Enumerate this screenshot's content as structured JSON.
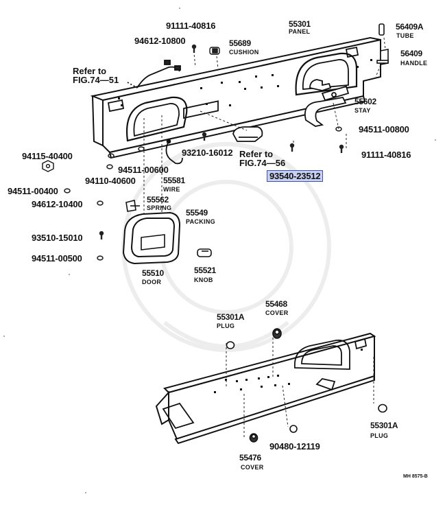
{
  "callouts": {
    "p55301": {
      "code": "55301",
      "name": "PANEL"
    },
    "p91111a": {
      "code": "91111-40816"
    },
    "p94612a": {
      "code": "94612-10800"
    },
    "p55689": {
      "code": "55689",
      "name": "CUSHION"
    },
    "p56409a": {
      "code": "56409A",
      "name": "TUBE"
    },
    "p56409": {
      "code": "56409",
      "name": "HANDLE"
    },
    "ref51": {
      "line1": "Refer to",
      "line2": "FIG.74—51"
    },
    "p55602": {
      "code": "55602",
      "name": "STAY"
    },
    "p94511c": {
      "code": "94511-00800"
    },
    "p91111b": {
      "code": "91111-40816"
    },
    "p93210": {
      "code": "93210-16012"
    },
    "ref56": {
      "line1": "Refer to",
      "line2": "FIG.74—56"
    },
    "p93540": {
      "code": "93540-23512"
    },
    "p94115": {
      "code": "94115-40400"
    },
    "p94511b": {
      "code": "94511-00600"
    },
    "p94110": {
      "code": "94110-40600"
    },
    "p55581": {
      "code": "55581",
      "name": "WIRE"
    },
    "p94511a": {
      "code": "94511-00400"
    },
    "p94612b": {
      "code": "94612-10400"
    },
    "p55562": {
      "code": "55562",
      "name": "SPRING"
    },
    "p55549": {
      "code": "55549",
      "name": "PACKING"
    },
    "p93510": {
      "code": "93510-15010"
    },
    "p94511d": {
      "code": "94511-00500"
    },
    "p55510": {
      "code": "55510",
      "name": "DOOR"
    },
    "p55521": {
      "code": "55521",
      "name": "KNOB"
    },
    "p55301a1": {
      "code": "55301A",
      "name": "PLUG"
    },
    "p55468": {
      "code": "55468",
      "name": "COVER"
    },
    "p55301a2": {
      "code": "55301A",
      "name": "PLUG"
    },
    "p90480": {
      "code": "90480-12119"
    },
    "p55476": {
      "code": "55476",
      "name": "COVER"
    }
  },
  "highlight_color": "#c8d0f2",
  "highlight_border": "#3c4fb4",
  "footer_code": "MH 8575-B"
}
